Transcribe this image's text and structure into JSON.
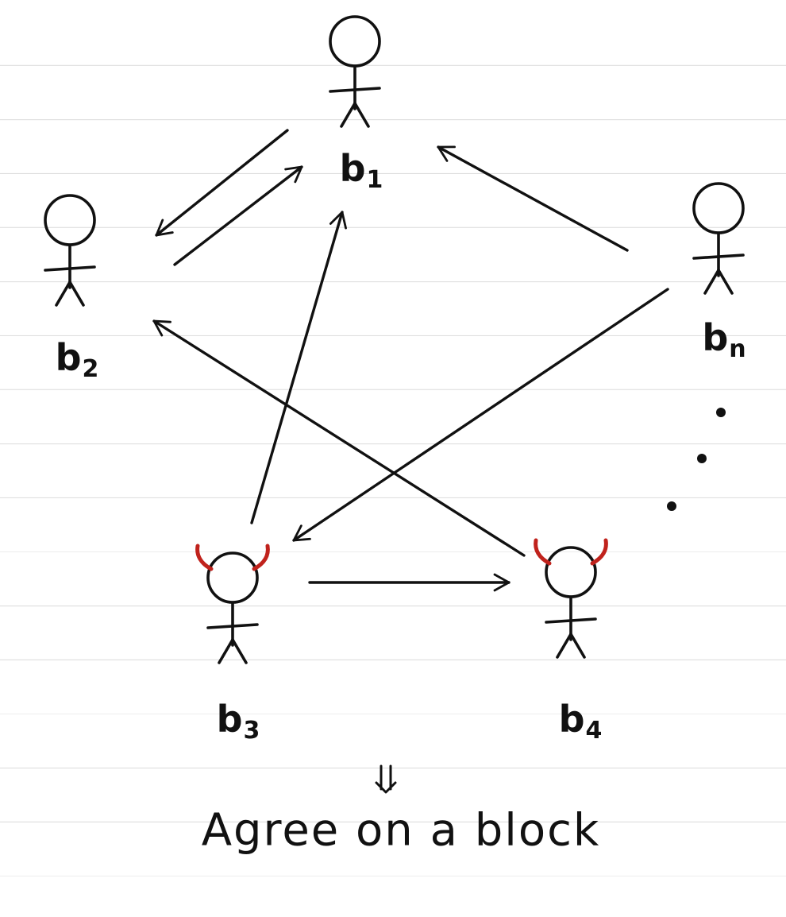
{
  "nodes": [
    {
      "id": "b1",
      "base": "b",
      "sub": "1",
      "malicious": false
    },
    {
      "id": "b2",
      "base": "b",
      "sub": "2",
      "malicious": false
    },
    {
      "id": "b3",
      "base": "b",
      "sub": "3",
      "malicious": true
    },
    {
      "id": "b4",
      "base": "b",
      "sub": "4",
      "malicious": true
    },
    {
      "id": "bn",
      "base": "b",
      "sub": "n",
      "malicious": false
    }
  ],
  "edges": [
    {
      "from": "b1",
      "to": "b2"
    },
    {
      "from": "b2",
      "to": "b1"
    },
    {
      "from": "bn",
      "to": "b1"
    },
    {
      "from": "b3",
      "to": "b1"
    },
    {
      "from": "b4",
      "to": "b2"
    },
    {
      "from": "bn",
      "to": "b3"
    },
    {
      "from": "b3",
      "to": "b4"
    }
  ],
  "ellipsis": "...",
  "result_arrow": "⇓",
  "caption": "Agree on a block",
  "colors": {
    "ink": "#111111",
    "horns": "#c0221c",
    "ruled_line": "#dcdcdc"
  }
}
